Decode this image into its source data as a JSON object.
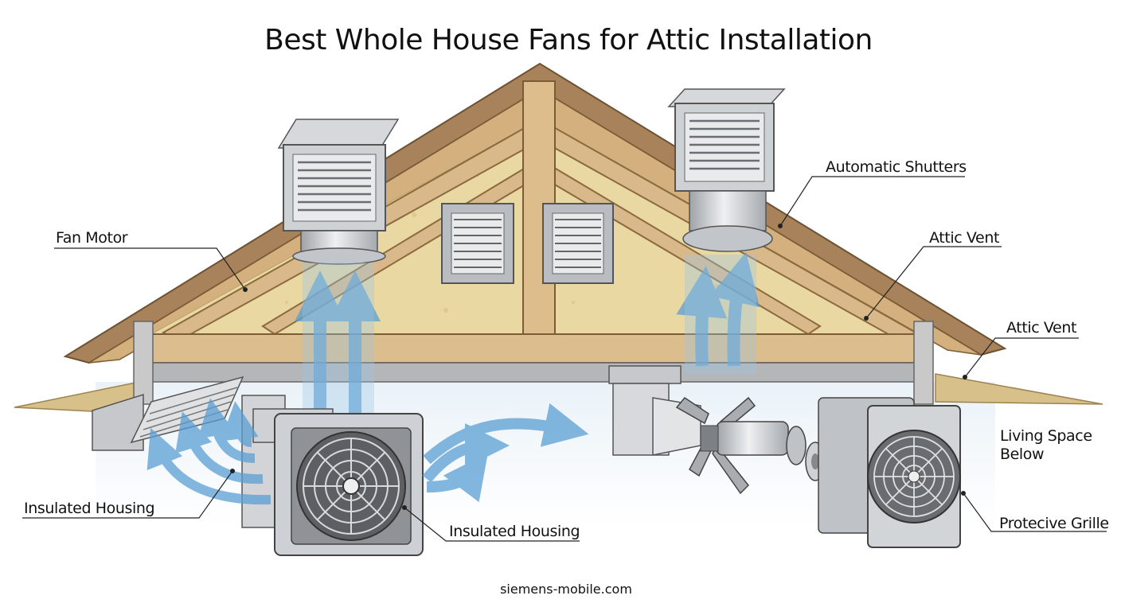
{
  "title": "Best Whole House Fans for Attic Installation",
  "labels": {
    "fan_motor": "Fan Motor",
    "automatic_shutters": "Automatic Shutters",
    "attic_vent_upper": "Attic Vent",
    "attic_vent_lower": "Attic Vent",
    "living_space_line1": "Living Space",
    "living_space_line2": "Below",
    "insulated_housing_left": "Insulated Housing",
    "insulated_housing_center": "Insulated Housing",
    "protective_grille": "Protecive Grille"
  },
  "footer": "siemens-mobile.com",
  "colors": {
    "airflow": "#5a9fd4",
    "roof_shingle": "#a07a4c",
    "timber": "#d9b98a",
    "insulation": "#e8d9a6",
    "metal": "#c9ccd0"
  }
}
